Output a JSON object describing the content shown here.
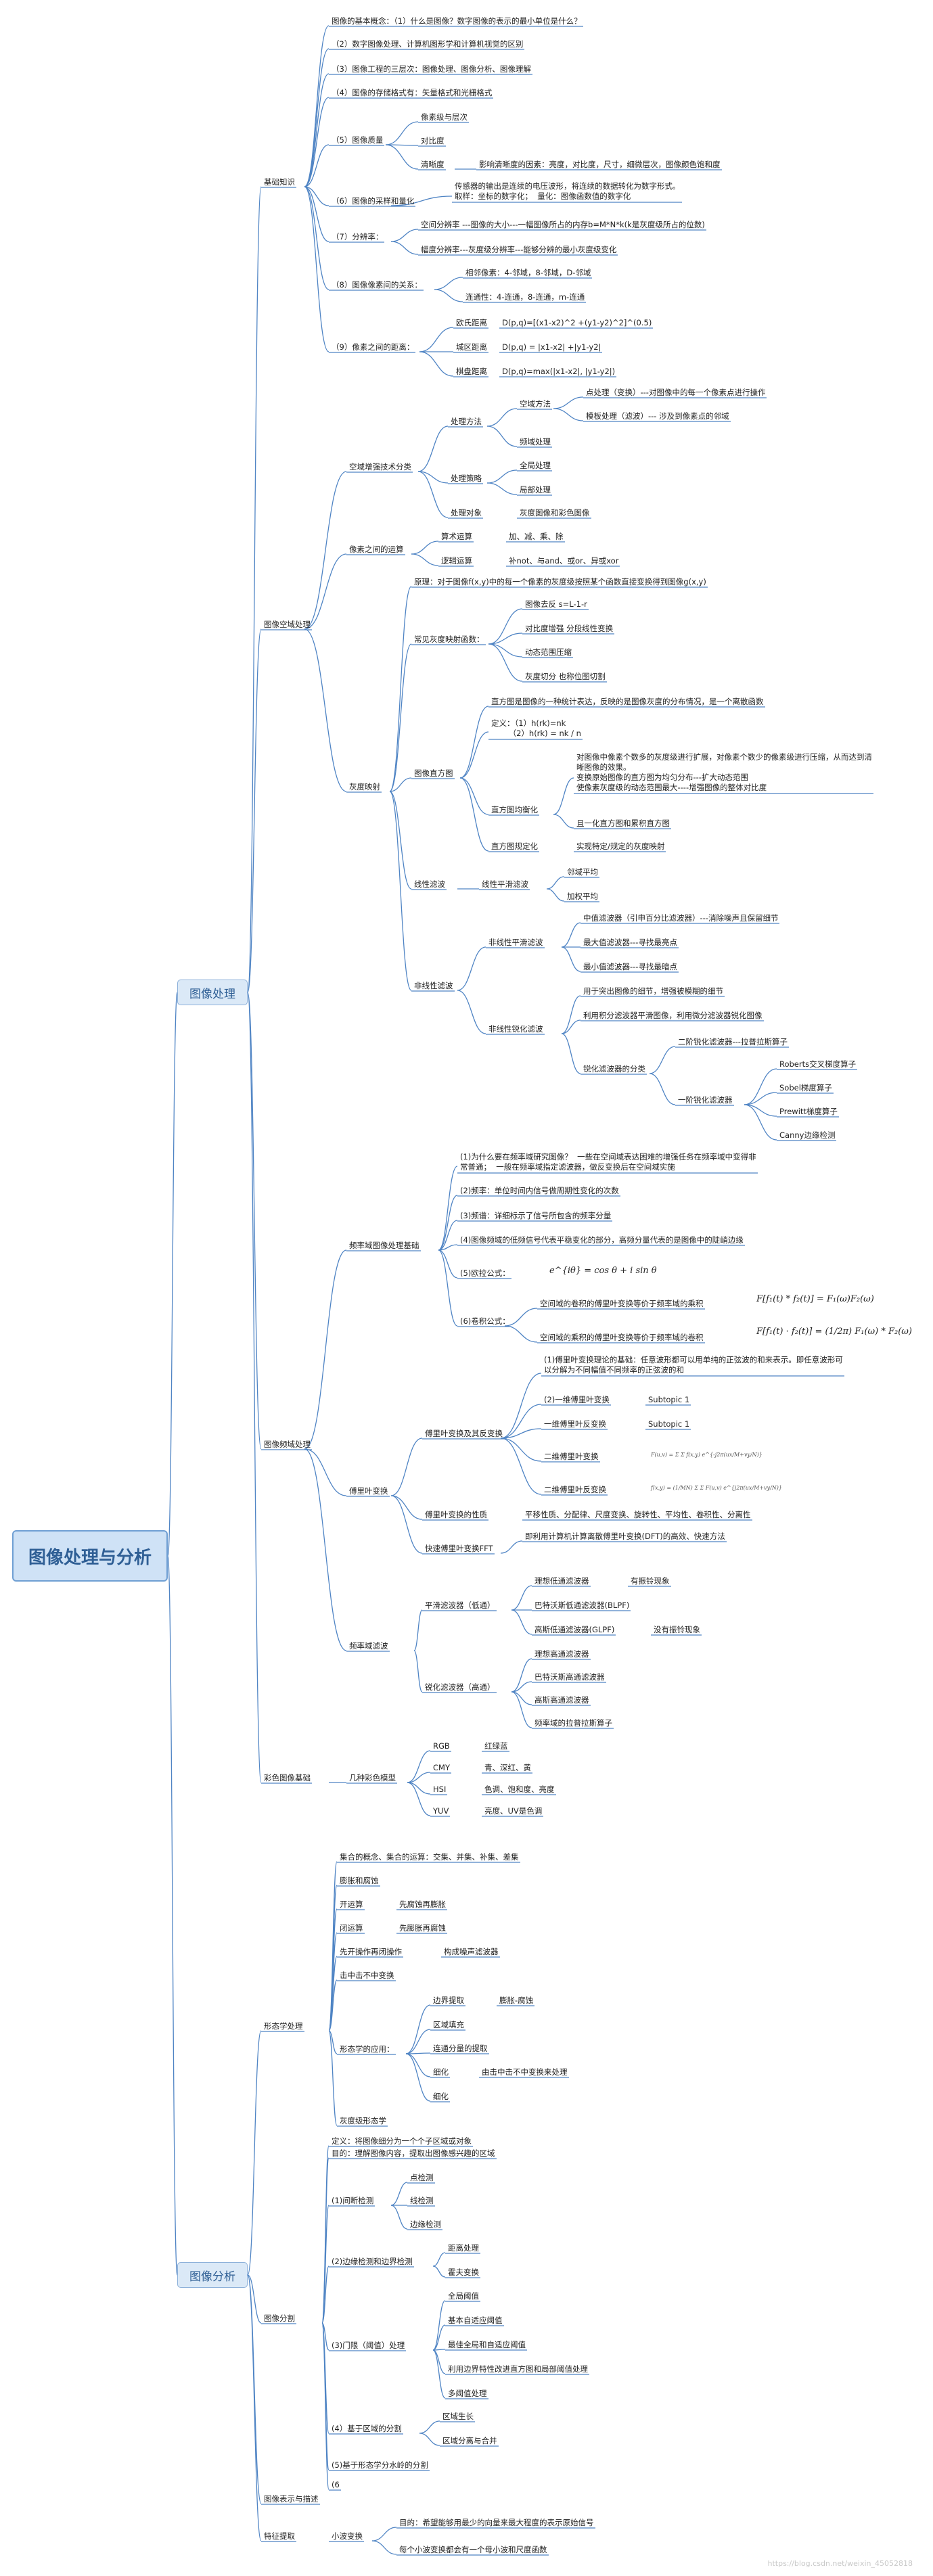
{
  "root": "图像处理与分析",
  "branches": {
    "processing": "图像处理",
    "analysis": "图像分析"
  },
  "sections": {
    "basics": "基础知识",
    "spatial": "图像空域处理",
    "frequency": "图像频域处理",
    "color": "彩色图像基础",
    "morphology": "形态学处理",
    "segmentation": "图像分割",
    "representation": "图像表示与描述",
    "feature": "特征提取"
  },
  "basics": {
    "concept": "图像的基本概念：（1）什么是图像？数字图像的表示的最小单位是什么？",
    "diff": "（2）数字图像处理、计算机图形学和计算机视觉的区别",
    "levels": "（3）图像工程的三层次：图像处理、图像分析、图像理解",
    "storage": "（4）图像的存储格式有：矢量格式和光栅格式",
    "quality": "（5）图像质量",
    "quality_items": [
      "像素级与层次",
      "对比度",
      "清晰度"
    ],
    "sharpness": "影响清晰度的因素：亮度，对比度，尺寸，细微层次，图像颜色饱和度",
    "sampling": "（6）图像的采样和量化",
    "sampling_text": "传感器的输出是连续的电压波形，将连续的数据转化为数字形式。\n取样：坐标的数字化；  量化：图像函数值的数字化",
    "resolution": "（7）分辨率：",
    "spatial_res": "空间分辨率 ---图像的大小---一幅图像所占的内存b=M*N*k(k是灰度级所占的位数)",
    "gray_res": "幅度分辨率---灰度级分辨率---能够分辨的最小灰度级变化",
    "relation": "（8）图像像素间的关系：",
    "neighbors": "相邻像素：4-邻域，8-邻域，D-邻域",
    "connectivity": "连通性：4-连通，8-连通，m-连通",
    "distance": "（9）像素之间的距离：",
    "dist_items": [
      "欧氏距离",
      "城区距离",
      "棋盘距离"
    ],
    "dist_formulas": [
      "D(p,q)=[(x1-x2)^2 +(y1-y2)^2]^(0.5)",
      "D(p,q) = |x1-x2| +|y1-y2|",
      "D(p,q)=max(|x1-x2|, |y1-y2|)"
    ]
  },
  "spatial": {
    "transform": "空域增强技术分类",
    "method": "处理方法",
    "spatial_method": "空域方法",
    "point_proc": "点处理（变换）---对图像中的每一个像素点进行操作",
    "template_proc": "模板处理（滤波）--- 涉及到像素点的邻域",
    "freq_proc": "频域处理",
    "strategy": "处理策略",
    "global": "全局处理",
    "local": "局部处理",
    "object": "处理对象",
    "gray_color": "灰度图像和彩色图像",
    "pixel_ops": "像素之间的运算",
    "arith": "算术运算",
    "arith_v": "加、减、乘、除",
    "logic": "逻辑运算",
    "logic_v": "补not、与and、或or、异或xor",
    "gray_map": "灰度映射",
    "principle": "原理：对于图像f(x,y)中的每一个像素的灰度级按照某个函数直接变换得到图像g(x,y)",
    "common": "常见灰度映射函数：",
    "common_items": [
      "图像去反     s=L-1-r",
      "对比度增强    分段线性变换",
      "动态范围压缩",
      "灰度切分    也称位图切割"
    ],
    "hist": "图像直方图",
    "hist_desc": "直方图是图像的一种统计表达，反映的是图像灰度的分布情况，是一个离散函数",
    "hist_def": "定义：（1）h(rk)=nk\n       （2）h(rk) = nk / n",
    "hist_eq": "直方图均衡化",
    "hist_eq_desc": "对图像中像素个数多的灰度级进行扩展，对像素个数少的像素级进行压缩，从而达到清\n晰图像的效果。\n变换原始图像的直方图为均匀分布---扩大动态范围\n使像素灰度级的动态范围最大----增强图像的整体对比度",
    "hist_eq_single": "且一化直方图和累积直方图",
    "hist_spec": "直方图规定化",
    "hist_spec_desc": "实现特定/规定的灰度映射",
    "linear": "线性滤波",
    "linear_smooth": "线性平滑滤波",
    "neighbor_avg": "邻域平均",
    "weighted_avg": "加权平均",
    "nonlinear": "非线性滤波",
    "nl_smooth": "非线性平滑滤波",
    "median": "中值滤波器（引申百分比滤波器）---消除噪声且保留细节",
    "max": "最大值滤波器---寻找最亮点",
    "min": "最小值滤波器---寻找最暗点",
    "nl_sharp": "非线性锐化滤波",
    "sharp_1": "用于突出图像的细节，增强被模糊的细节",
    "sharp_2": "利用积分滤波器平滑图像，利用微分滤波器锐化图像",
    "sharp_class": "锐化滤波器的分类",
    "second_order": "二阶锐化滤波器---拉普拉斯算子",
    "first_order": "一阶锐化滤波器",
    "first_items": [
      "Roberts交叉梯度算子",
      "Sobel梯度算子",
      "Prewitt梯度算子",
      "Canny边缘检测"
    ]
  },
  "frequency": {
    "basics": "频率域图像处理基础",
    "why": "(1)为什么要在频率域研究图像？  一些在空间域表达困难的增强任务在频率域中变得非\n常普通；  一般在频率域指定滤波器，做反变换后在空间域实施",
    "freq": "(2)频率：单位时间内信号做周期性变化的次数",
    "spectrum": "(3)频谱：详细标示了信号所包含的频率分量",
    "low_high": "(4)图像频域的低频信号代表平稳变化的部分，高频分量代表的是图像中的陡峭边缘",
    "euler": "(5)欧拉公式：",
    "euler_formula": "e^{iθ} = cos θ + i sin θ",
    "conv": "(6)卷积公式：",
    "conv_1": "空间域的卷积的傅里叶变换等价于频率域的乘积",
    "conv_1_formula": "F[f₁(t) * f₂(t)] = F₁(ω)F₂(ω)",
    "conv_2": "空间域的乘积的傅里叶变换等价于频率域的卷积",
    "conv_2_formula": "F[f₁(t) · f₂(t)] = (1/2π) F₁(ω) * F₂(ω)",
    "ft_and_inv": "傅里叶变换及其反变换",
    "ft_theory": "(1)傅里叶变换理论的基础：任意波形都可以用单纯的正弦波的和来表示。即任意波形可\n以分解为不同幅值不同频率的正弦波的和",
    "ft_1d": "(2)一维傅里叶变换",
    "subtopic": "Subtopic 1",
    "ift_1d": "一维傅里叶反变换",
    "ft_2d": "二维傅里叶变换",
    "ift_2d": "二维傅里叶反变换",
    "ft_2d_formula": "F(u,v) = Σ Σ f(x,y) e^{-j2π(ux/M+vy/N)}",
    "ift_2d_formula": "f(x,y) = (1/MN) Σ Σ F(u,v) e^{j2π(ux/M+vy/N)}",
    "ft": "傅里叶变换",
    "ft_props": "傅里叶变换的性质",
    "ft_props_v": "平移性质、分配律、尺度变换、旋转性、平均性、卷积性、分离性",
    "fft": "快速傅里叶变换FFT",
    "fft_v": "即利用计算机计算离散傅里叶变换(DFT)的高效、快速方法",
    "filter": "频率域滤波",
    "smooth": "平滑滤波器（低通）",
    "ideal_low": "理想低通滤波器",
    "ringing": "有振铃现象",
    "butter_low": "巴特沃斯低通滤波器(BLPF)",
    "gauss_low": "高斯低通滤波器(GLPF)",
    "no_ringing": "没有振铃现象",
    "sharp": "锐化滤波器（高通）",
    "ideal_high": "理想高通滤波器",
    "butter_high": "巴特沃斯高通滤波器",
    "gauss_high": "高斯高通滤波器",
    "laplace_freq": "频率域的拉普拉斯算子"
  },
  "color": {
    "models": "几种彩色模型",
    "items": [
      {
        "name": "RGB",
        "desc": "红绿蓝"
      },
      {
        "name": "CMY",
        "desc": "青、深红、黄"
      },
      {
        "name": "HSI",
        "desc": "色调、饱和度、亮度"
      },
      {
        "name": "YUV",
        "desc": "亮度、UV是色调"
      }
    ]
  },
  "morphology": {
    "sets": "集合的概念、集合的运算：交集、并集、补集、差集",
    "dilate": "膨胀和腐蚀",
    "open": "开运算",
    "open_v": "先腐蚀再膨胀",
    "close": "闭运算",
    "close_v": "先膨胀再腐蚀",
    "open_close": "先开操作再闭操作",
    "open_close_v": "构成噪声滤波器",
    "hit_miss": "击中击不中变换",
    "apps": "形态学的应用：",
    "apps_items": [
      "边界提取",
      "区域填充",
      "连通分量的提取",
      "细化",
      "细化"
    ],
    "boundary_v": "膨胀-腐蚀",
    "thin_v": "由击中击不中变换来处理",
    "gray": "灰度级形态学"
  },
  "segmentation": {
    "def": "定义：将图像细分为一个个子区域或对象",
    "purpose": "目的：理解图像内容，提取出图像感兴趣的区域",
    "edge": "(1)间断检测",
    "edge_items": [
      "点检测",
      "线检测",
      "边缘检测"
    ],
    "edge_link": "(2)边缘检测和边界检测",
    "edge_link_items": [
      "距离处理",
      "霍夫变换"
    ],
    "threshold": "(3)门限（阈值）处理",
    "threshold_items": [
      "全局阈值",
      "基本自适应阈值",
      "最佳全局和自适应阈值",
      "利用边界特性改进直方图和局部阈值处理",
      "多阈值处理"
    ],
    "region": "(4）基于区域的分割",
    "region_items": [
      "区域生长",
      "区域分离与合并"
    ],
    "watershed": "(5)基于形态学分水岭的分割",
    "six": "(6"
  },
  "feature": {
    "wavelet": "小波变换",
    "goal": "目的：希望能够用最少的向量来最大程度的表示原始信号",
    "each": "每个小波变换都会有一个母小波和尺度函数"
  },
  "watermark": "https://blog.csdn.net/weixin_45052818"
}
